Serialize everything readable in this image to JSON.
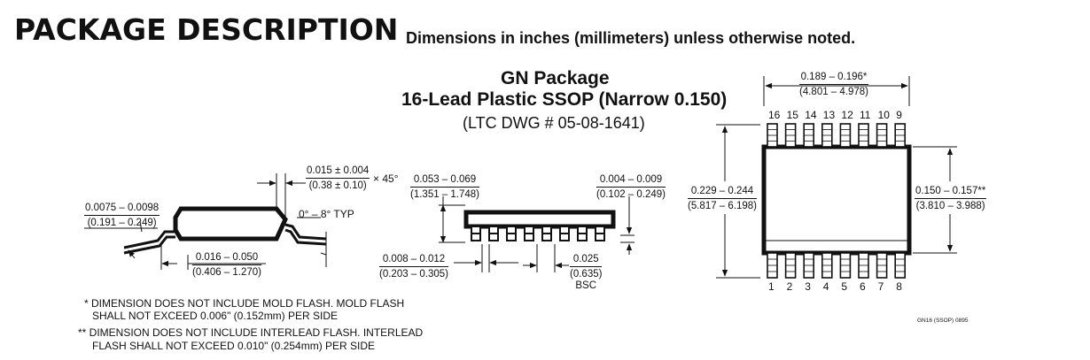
{
  "header": {
    "title": "PACKAGE DESCRIPTION",
    "note": "Dimensions in inches (millimeters) unless otherwise noted."
  },
  "package": {
    "name": "GN Package",
    "type": "16-Lead Plastic SSOP (Narrow 0.150)",
    "drawing": "(LTC DWG # 05-08-1641)"
  },
  "dims": {
    "chamfer": {
      "inch": "0.015 ± 0.004",
      "mm": "(0.38 ± 0.10)",
      "suffix": "× 45°"
    },
    "lead_thk": {
      "inch": "0.0075 – 0.0098",
      "mm": "(0.191 – 0.249)"
    },
    "angle": "0° – 8° TYP",
    "foot": {
      "inch": "0.016 – 0.050",
      "mm": "(0.406 – 1.270)"
    },
    "height": {
      "inch": "0.053 – 0.069",
      "mm": "(1.351 – 1.748)"
    },
    "standoff": {
      "inch": "0.004 – 0.009",
      "mm": "(0.102 – 0.249)"
    },
    "lead_width": {
      "inch": "0.008 – 0.012",
      "mm": "(0.203 – 0.305)"
    },
    "pitch": {
      "inch": "0.025",
      "mm": "(0.635)",
      "note": "BSC"
    },
    "length": {
      "inch": "0.189 – 0.196*",
      "mm": "(4.801 – 4.978)"
    },
    "total_width": {
      "inch": "0.229 – 0.244",
      "mm": "(5.817 – 6.198)"
    },
    "body_width": {
      "inch": "0.150 – 0.157**",
      "mm": "(3.810 – 3.988)"
    }
  },
  "pins_top": [
    "16",
    "15",
    "14",
    "13",
    "12",
    "11",
    "10",
    "9"
  ],
  "pins_bottom": [
    "1",
    "2",
    "3",
    "4",
    "5",
    "6",
    "7",
    "8"
  ],
  "notes": {
    "n1a": "* DIMENSION DOES NOT INCLUDE MOLD FLASH. MOLD FLASH",
    "n1b": "SHALL NOT EXCEED 0.006\" (0.152mm) PER SIDE",
    "n2a": "** DIMENSION DOES NOT INCLUDE INTERLEAD FLASH. INTERLEAD",
    "n2b": "FLASH SHALL NOT EXCEED 0.010\" (0.254mm) PER SIDE"
  },
  "drawing_code": "GN16 (SSOP) 0895"
}
